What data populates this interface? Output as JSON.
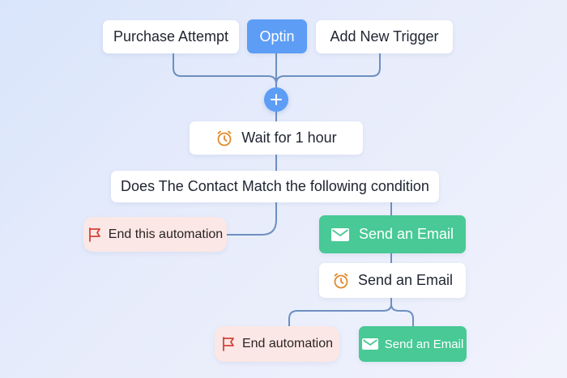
{
  "triggers": [
    {
      "label": "Purchase Attempt",
      "active": false
    },
    {
      "label": "Optin",
      "active": true
    },
    {
      "label": "Add New Trigger",
      "active": false
    }
  ],
  "add_step": {
    "icon": "plus-icon"
  },
  "wait_step": {
    "label": "Wait for 1 hour",
    "icon": "alarm-clock-icon"
  },
  "condition_step": {
    "label": "Does The Contact Match the following condition"
  },
  "end_step_1": {
    "label": "End this automation",
    "icon": "flag-icon"
  },
  "email_step_1": {
    "label": "Send an Email",
    "icon": "envelope-icon"
  },
  "wait_step_2": {
    "label": "Send an Email",
    "icon": "alarm-clock-icon"
  },
  "end_step_2": {
    "label": "End automation",
    "icon": "flag-icon"
  },
  "email_step_2": {
    "label": "Send an Email",
    "icon": "envelope-icon"
  },
  "colors": {
    "accent_blue": "#5d9df5",
    "connector": "#6d8fc0",
    "email_green": "#48c995",
    "end_pink": "#fbe7e5",
    "clock_orange": "#e08a2c",
    "flag_red": "#d5443a"
  }
}
